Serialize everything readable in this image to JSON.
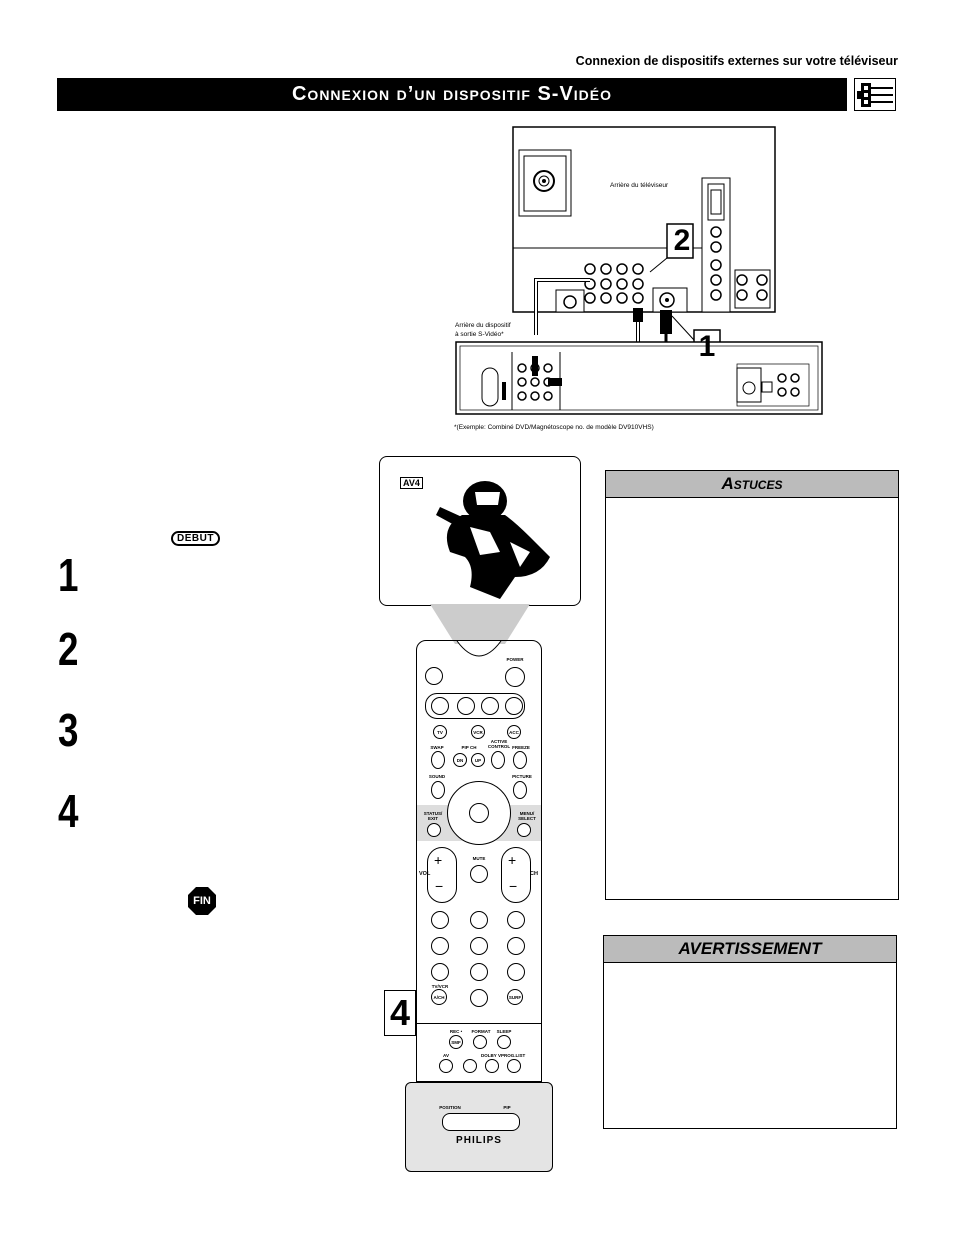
{
  "header": {
    "section_label": "Connexion de dispositifs externes sur votre téléviseur",
    "title": "Connexion d’un dispositif S-Vidéo"
  },
  "diagram": {
    "tv_back_label": "Arrière du téléviseur",
    "device_back_label_line1": "Arrière du dispositif",
    "device_back_label_line2": "à sortie S-Vidéo*",
    "footnote": "*(Exemple: Combiné DVD/Magnétoscope no. de modèle DV910VHS)",
    "callout_1": "1",
    "callout_2": "2"
  },
  "steps": {
    "debut_badge": "DEBUT",
    "fin_badge": "FIN",
    "numbers": [
      "1",
      "2",
      "3",
      "4"
    ],
    "remote_callout": "4"
  },
  "tv_screen": {
    "source_label": "AV4"
  },
  "remote": {
    "power": "POWER",
    "tv": "TV",
    "vcr": "VCR",
    "acc": "ACC",
    "swap": "SWAP",
    "pip_ch": "PIP CH",
    "active_control": "ACTIVE CONTROL",
    "freeze": "FREEZE",
    "dn": "DN",
    "up": "UP",
    "sound": "SOUND",
    "picture": "PICTURE",
    "status_exit": "STATUS/ EXIT",
    "menu_select": "MENU/ SELECT",
    "mute": "MUTE",
    "vol": "VOL",
    "ch": "CH",
    "tv_vcr": "TV/VCR",
    "ah_ch": "A/CH",
    "surf": "SURF",
    "rec": "REC •",
    "format": "FORMAT",
    "sleep": "SLEEP",
    "smf": "SMF",
    "av": "AV",
    "dolby_v": "DOLBY V",
    "prog_list": "PROG.LIST",
    "position": "POSITION",
    "pip": "PIP",
    "brand": "PHILIPS"
  },
  "tips": {
    "title": "Astuces"
  },
  "warning": {
    "title": "AVERTISSEMENT"
  }
}
